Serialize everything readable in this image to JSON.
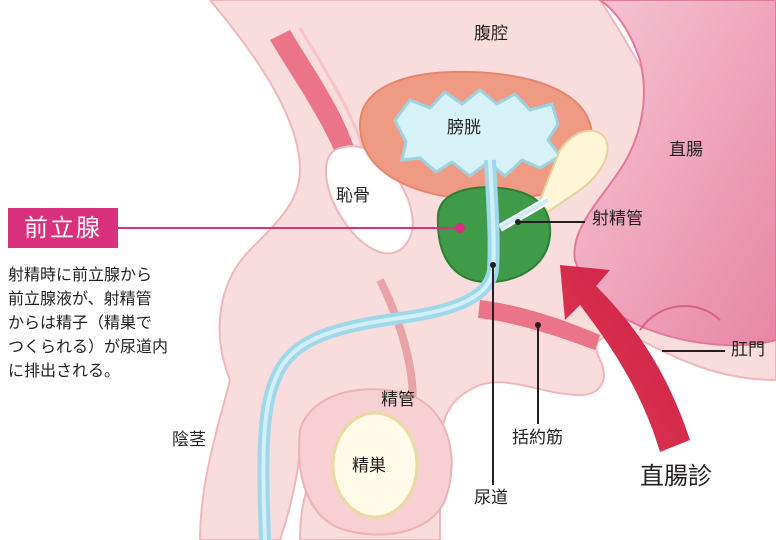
{
  "labels": {
    "abdominal_cavity": "腹腔",
    "bladder": "膀胱",
    "rectum": "直腸",
    "pubic_bone": "恥骨",
    "prostate": "前立腺",
    "ejaculatory_duct": "射精管",
    "sphincter": "括約筋",
    "anus": "肛門",
    "vas_deferens": "精管",
    "penis": "陰茎",
    "testis": "精巣",
    "urethra": "尿道",
    "rectal_exam": "直腸診"
  },
  "description": [
    "射精時に前立腺から",
    "前立腺液が、射精管",
    "からは精子（精巣で",
    "つくられる）が尿道内",
    "に排出される。"
  ],
  "colors": {
    "accent_pink": "#d9317d",
    "arrow_red": "#d9284a",
    "prostate_green": "#3f9b48",
    "urethra_blue": "#9fd8ea",
    "bladder_orange": "#ef9b83",
    "rectum_pink": "#f2b3c7",
    "body_tissue": "#f9dcdc"
  }
}
